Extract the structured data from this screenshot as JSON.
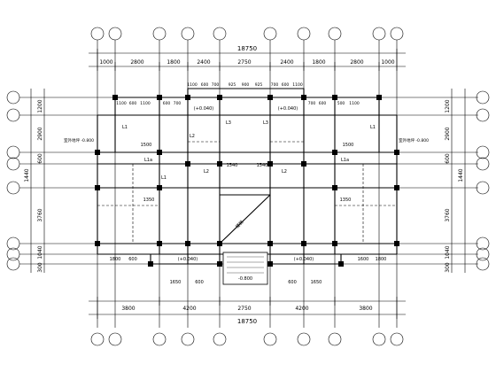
{
  "dims": {
    "top_total": "18750",
    "top": [
      "1000",
      "2800",
      "1800",
      "2400",
      "2750",
      "2400",
      "1800",
      "2800",
      "1000"
    ],
    "bottom": [
      "3800",
      "4200",
      "2750",
      "4200",
      "3800"
    ],
    "bottom_total": "18750",
    "left": [
      "1200",
      "2900",
      "600",
      "1440",
      "3760",
      "1040",
      "300"
    ],
    "right": [
      "1200",
      "2900",
      "600",
      "1440",
      "3760",
      "1040",
      "300"
    ]
  },
  "annotations": {
    "top_small": [
      "1100",
      "600",
      "700",
      "925",
      "900",
      "925",
      "700",
      "600",
      "1100"
    ],
    "upper_left_small": [
      "1100",
      "600",
      "1100",
      "600",
      "700"
    ],
    "upper_right_small": [
      "700",
      "600",
      "500",
      "1100"
    ],
    "elev_left": "(+0.040)",
    "elev_right": "(+0.040)",
    "elev_bottom_left": "(+0.040)",
    "elev_bottom_right": "(+0.040)",
    "elev_entry": "-0.800",
    "beam_labels": [
      "L1",
      "L1",
      "L2",
      "L3",
      "L3",
      "L1a",
      "L1a",
      "L2",
      "L2",
      "L1"
    ],
    "dim_1540_left": "1540",
    "dim_1540_right": "1540",
    "dim_1350_left": "1350",
    "dim_1350_right": "1350",
    "dim_1500": "1500",
    "dim_1500_r": "1500",
    "bottom_small_left": [
      "1650",
      "600"
    ],
    "bottom_small_right": [
      "600",
      "1650"
    ],
    "bottom_left_pair": [
      "1800",
      "600"
    ],
    "bottom_right_pair": [
      "1600",
      "1800"
    ],
    "stair_label": "楼梯",
    "side_note_left": "室外地坪 -0.800",
    "side_note_right": "室外地坪 -0.800"
  }
}
